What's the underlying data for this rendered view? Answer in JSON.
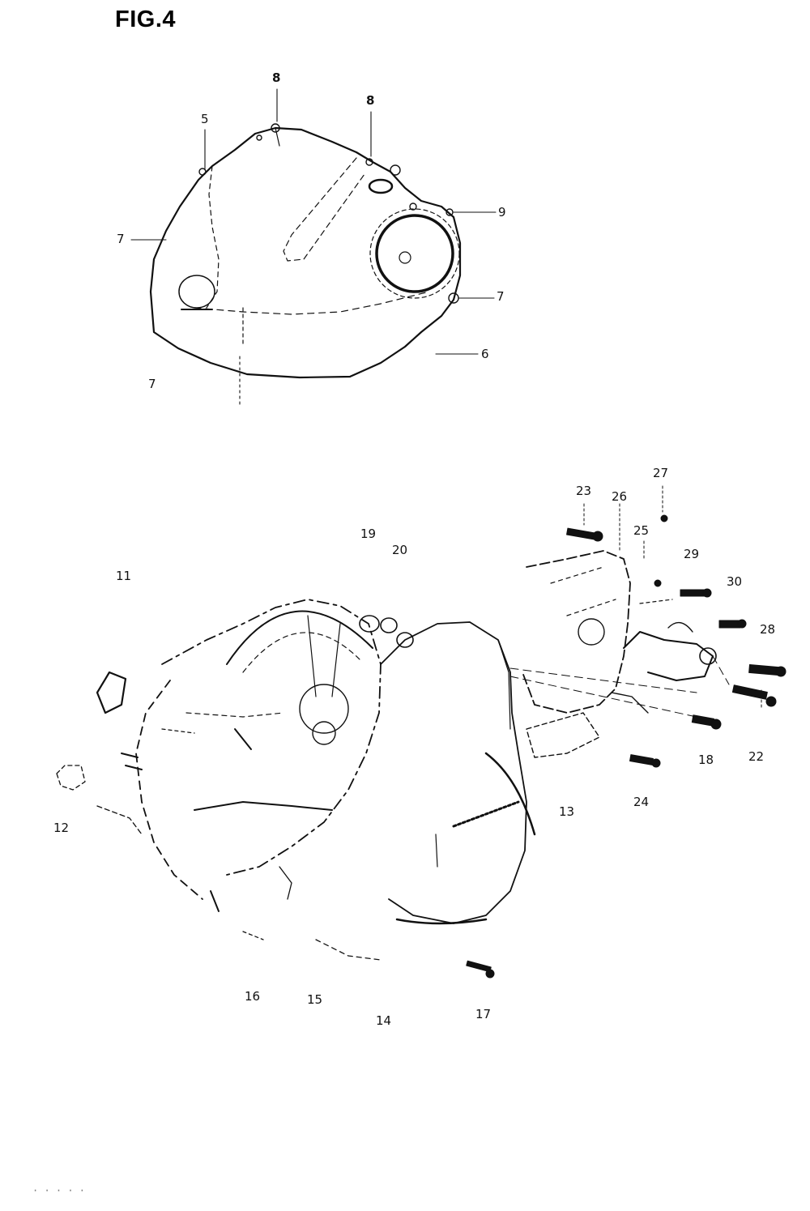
{
  "figure": {
    "title": "FIG.4",
    "footer": "· · ·  ·  ·"
  },
  "callouts": {
    "upper": [
      {
        "id": "u8a",
        "text": "8"
      },
      {
        "id": "u8b",
        "text": "8"
      },
      {
        "id": "u5",
        "text": "5"
      },
      {
        "id": "u9",
        "text": "9"
      },
      {
        "id": "u7r",
        "text": "7"
      },
      {
        "id": "u7l",
        "text": "7"
      },
      {
        "id": "u6",
        "text": "6"
      },
      {
        "id": "u7b",
        "text": "7"
      }
    ],
    "lower": [
      {
        "id": "l23",
        "text": "23"
      },
      {
        "id": "l26",
        "text": "26"
      },
      {
        "id": "l27",
        "text": "27"
      },
      {
        "id": "l25",
        "text": "25"
      },
      {
        "id": "l29",
        "text": "29"
      },
      {
        "id": "l30",
        "text": "30"
      },
      {
        "id": "l28",
        "text": "28"
      },
      {
        "id": "l19",
        "text": "19"
      },
      {
        "id": "l20",
        "text": "20"
      },
      {
        "id": "l11",
        "text": "11"
      },
      {
        "id": "l12",
        "text": "12"
      },
      {
        "id": "l18",
        "text": "18"
      },
      {
        "id": "l22",
        "text": "22"
      },
      {
        "id": "l24",
        "text": "24"
      },
      {
        "id": "l16",
        "text": "16"
      },
      {
        "id": "l15",
        "text": "15"
      },
      {
        "id": "l14",
        "text": "14"
      },
      {
        "id": "l17",
        "text": "17"
      },
      {
        "id": "l13",
        "text": "13"
      }
    ]
  }
}
